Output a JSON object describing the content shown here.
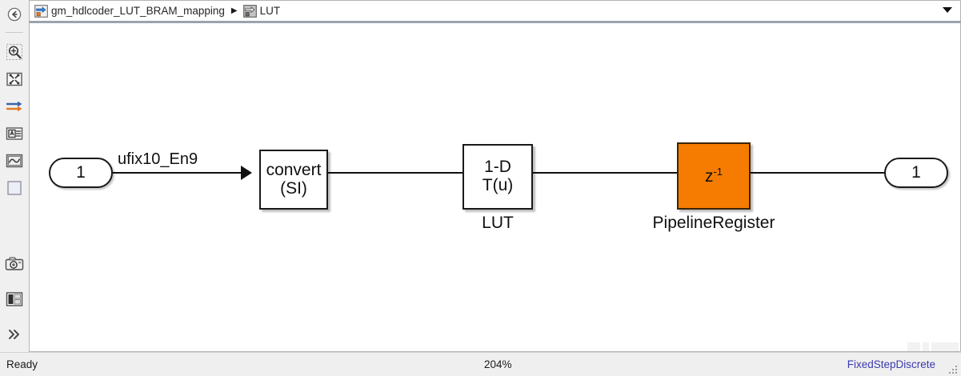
{
  "window": {
    "title": "Simulink Model Editor"
  },
  "toolbar": {
    "back_button": {
      "name": "back-navigation-button",
      "tooltip": "Back"
    },
    "items": [
      {
        "id": "zoom-in",
        "icon": "zoom-in-icon"
      },
      {
        "id": "fit-to-view",
        "icon": "fit-to-view-icon"
      },
      {
        "id": "signal-routing",
        "icon": "signal-arrows-icon"
      },
      {
        "id": "annotation",
        "icon": "text-annotation-icon"
      },
      {
        "id": "scope",
        "icon": "scope-icon"
      },
      {
        "id": "subsystem-box",
        "icon": "blank-box-icon"
      }
    ],
    "bottom_items": [
      {
        "id": "snapshot",
        "icon": "camera-icon"
      },
      {
        "id": "legend",
        "icon": "legend-icon"
      },
      {
        "id": "more",
        "icon": "chevron-double-right-icon"
      }
    ]
  },
  "breadcrumb": {
    "items": [
      {
        "label": "gm_hdlcoder_LUT_BRAM_mapping",
        "icon": "model-icon"
      },
      {
        "label": "LUT",
        "icon": "subsystem-icon"
      }
    ],
    "separator": "▶",
    "dropdown_icon": "chevron-down-icon"
  },
  "diagram": {
    "signal_labels": [
      {
        "id": "input-signal-type",
        "text": "ufix10_En9"
      }
    ],
    "blocks": [
      {
        "id": "inport",
        "kind": "inport",
        "text": "1",
        "name": ""
      },
      {
        "id": "convert",
        "kind": "block",
        "lines": [
          "convert",
          "(SI)"
        ],
        "name": ""
      },
      {
        "id": "lut",
        "kind": "block",
        "lines": [
          "1-D",
          "T(u)"
        ],
        "name": "LUT"
      },
      {
        "id": "pipereg",
        "kind": "block",
        "lines": [
          "z",
          "-1"
        ],
        "name": "PipelineRegister",
        "color": "#F57C00"
      },
      {
        "id": "outport",
        "kind": "outport",
        "text": "1",
        "name": ""
      }
    ],
    "block_text": {
      "convert_line1": "convert",
      "convert_line2": "(SI)",
      "lut_line1": "1-D",
      "lut_line2": "T(u)",
      "lut_name": "LUT",
      "pipereg_base": "z",
      "pipereg_exponent": "-1",
      "pipereg_name": "PipelineRegister",
      "inport_number": "1",
      "outport_number": "1"
    }
  },
  "status_bar": {
    "state": "Ready",
    "zoom": "204%",
    "solver": "FixedStepDiscrete"
  },
  "colors": {
    "pipeline_register_fill": "#F57C00",
    "solver_link": "#3a3ab0",
    "block_outline": "#1a1a1a"
  }
}
